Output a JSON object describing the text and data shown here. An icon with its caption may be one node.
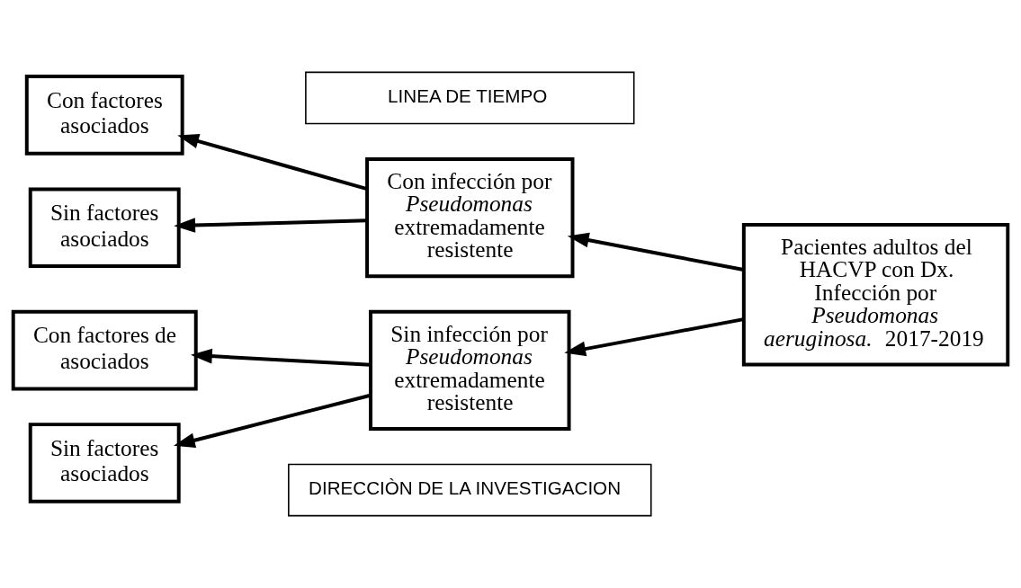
{
  "diagram": {
    "nodes": [
      {
        "text": [
          "LINEA DE TIEMPO"
        ]
      },
      {
        "text": [
          "Con factores asociados"
        ]
      },
      {
        "text": [
          "Sin factores asociados"
        ]
      },
      {
        "text": [
          "Con infección por *Pseudomonas* extremadamente resistente"
        ]
      },
      {
        "text": [
          "Pacientes adultos del HACVP con Dx. Infección por *Pseudomonas aeruginosa.* 2017-2019"
        ]
      },
      {
        "text": [
          "Con factores de asociados"
        ]
      },
      {
        "text": [
          "Sin infección por *Pseudomonas* extremadamente resistente"
        ]
      },
      {
        "text": [
          "Sin factores asociados"
        ]
      },
      {
        "text": [
          "DIRECCIÒN DE LA INVESTIGACION"
        ]
      }
    ],
    "edges": [
      {
        "from": 4,
        "to": 3,
        "arrow": "to"
      },
      {
        "from": 4,
        "to": 6,
        "arrow": "to"
      },
      {
        "from": 3,
        "to": 1,
        "arrow": "to"
      },
      {
        "from": 3,
        "to": 2,
        "arrow": "to"
      },
      {
        "from": 6,
        "to": 5,
        "arrow": "to"
      },
      {
        "from": 6,
        "to": 7,
        "arrow": "to"
      }
    ]
  }
}
